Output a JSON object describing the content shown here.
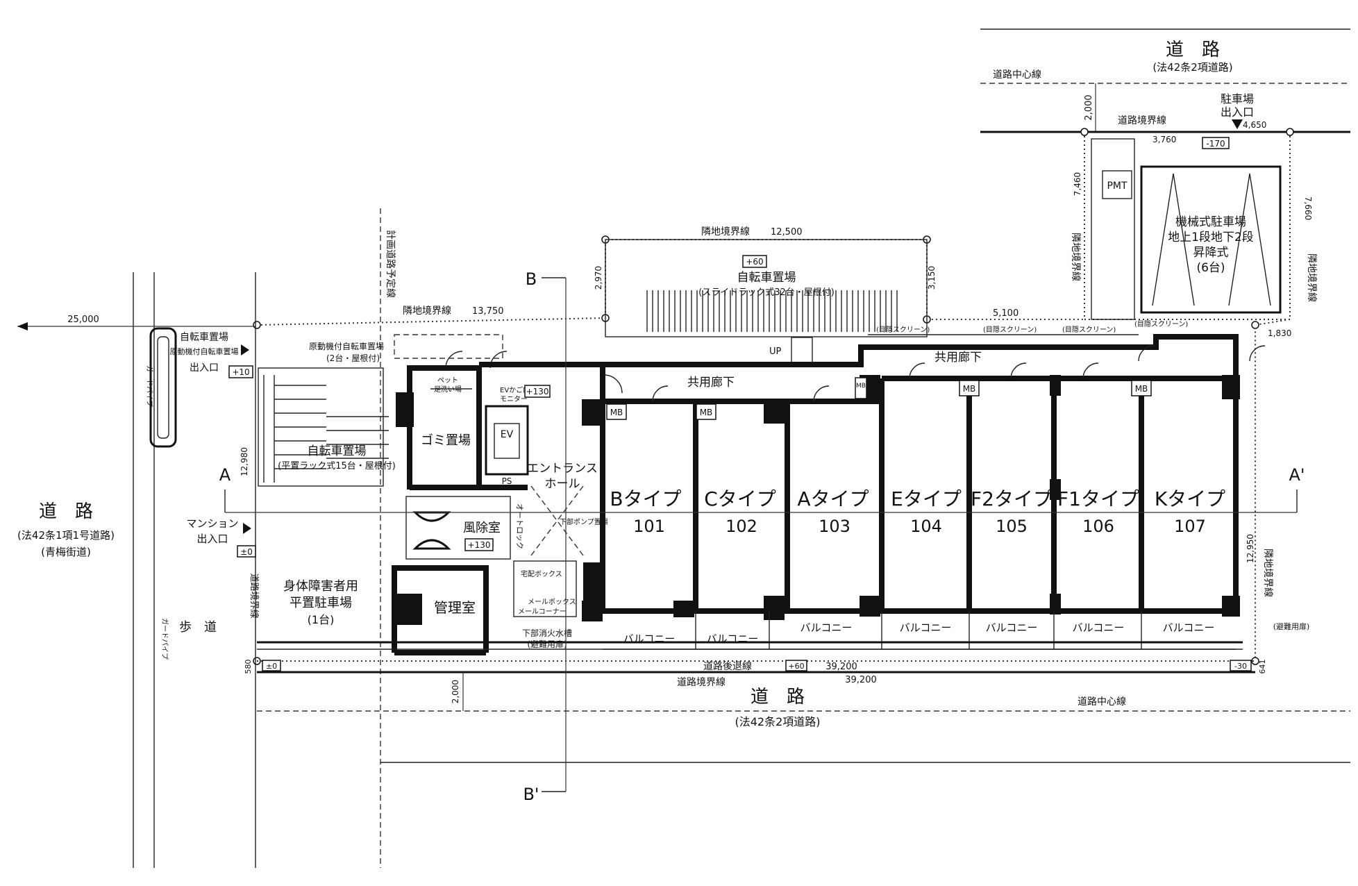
{
  "roads": {
    "top": {
      "name": "道　路",
      "law": "(法42条2項道路)",
      "center_line": "道路中心線",
      "boundary": "道路境界線"
    },
    "bottom": {
      "name": "道　路",
      "law": "(法42条2項道路)",
      "center_line": "道路中心線",
      "boundary": "道路境界線",
      "setback": "道路後退線"
    },
    "left": {
      "name": "道　路",
      "law": "(法42条1項1号道路)",
      "street": "(青梅街道)"
    },
    "sidewalk": "歩　道",
    "guard_pipe": "ガードパイプ",
    "planned_road": "計画道路予定線"
  },
  "boundaries": {
    "neighbor": "隣地境界線"
  },
  "dimensions": {
    "d25000": "25,000",
    "d13750": "13,750",
    "d12500": "12,500",
    "d2970": "2,970",
    "d3150": "3,150",
    "d5100": "5,100",
    "d1830": "1,830",
    "d12950": "12,950",
    "d12980": "12,980",
    "d39200": "39,200",
    "d2000": "2,000",
    "d580": "580",
    "d641": "641",
    "d3760": "3,760",
    "d4650": "4,650",
    "d7460": "7,460",
    "d7660": "7,660"
  },
  "levels": {
    "p60": "+60",
    "p10": "+10",
    "p0": "±0",
    "p130": "+130",
    "m30": "-30",
    "m170": "-170"
  },
  "sections": {
    "a": "A",
    "a_prime": "A'",
    "b": "B",
    "b_prime": "B'"
  },
  "parking": {
    "title": "駐車場",
    "entrance": "出入口",
    "pmt": "PMT",
    "mechanical": [
      "機械式駐車場",
      "地上1段地下2段",
      "昇降式",
      "(6台)"
    ]
  },
  "bicycle": {
    "upper": [
      "自転車置場",
      "(スライドラック式32台・屋根付)"
    ],
    "lower": [
      "自転車置場",
      "(平置ラック式15台・屋根付)"
    ],
    "entrance": [
      "自転車置場",
      "原動機付自転車置場",
      "出入口"
    ],
    "moped": [
      "原動機付自転車置場",
      "(2台・屋根付)"
    ]
  },
  "common": {
    "corridor": "共用廊下",
    "up": "UP",
    "entrance_hall": [
      "エントランス",
      "ホール"
    ],
    "vestibule": "風除室",
    "garbage": "ゴミ置場",
    "pet": [
      "ペット",
      "足洗い場"
    ],
    "ev": "EV",
    "ev_monitor": [
      "EVかご内",
      "モニター"
    ],
    "ps": "PS",
    "mansion_entrance": [
      "マンション",
      "出入口"
    ],
    "manager": "管理室",
    "mail": [
      "メールボックス",
      "メールコーナー"
    ],
    "delivery": "宅配ボックス",
    "auto_lock": "オートロック",
    "lower_pump": "下部ポンプ置場",
    "fire_tank": [
      "下部消火水槽",
      "(避難用扉)"
    ],
    "screen": "(目隠スクリーン)",
    "evac_door": "(避難用扉)",
    "disabled_parking": [
      "身体障害者用",
      "平置駐車場",
      "(1台)"
    ],
    "mb": "MB",
    "balcony": "バルコニー"
  },
  "units": [
    {
      "type": "Bタイプ",
      "no": "101"
    },
    {
      "type": "Cタイプ",
      "no": "102"
    },
    {
      "type": "Aタイプ",
      "no": "103"
    },
    {
      "type": "Eタイプ",
      "no": "104"
    },
    {
      "type": "F2タイプ",
      "no": "105"
    },
    {
      "type": "F1タイプ",
      "no": "106"
    },
    {
      "type": "Kタイプ",
      "no": "107"
    }
  ]
}
